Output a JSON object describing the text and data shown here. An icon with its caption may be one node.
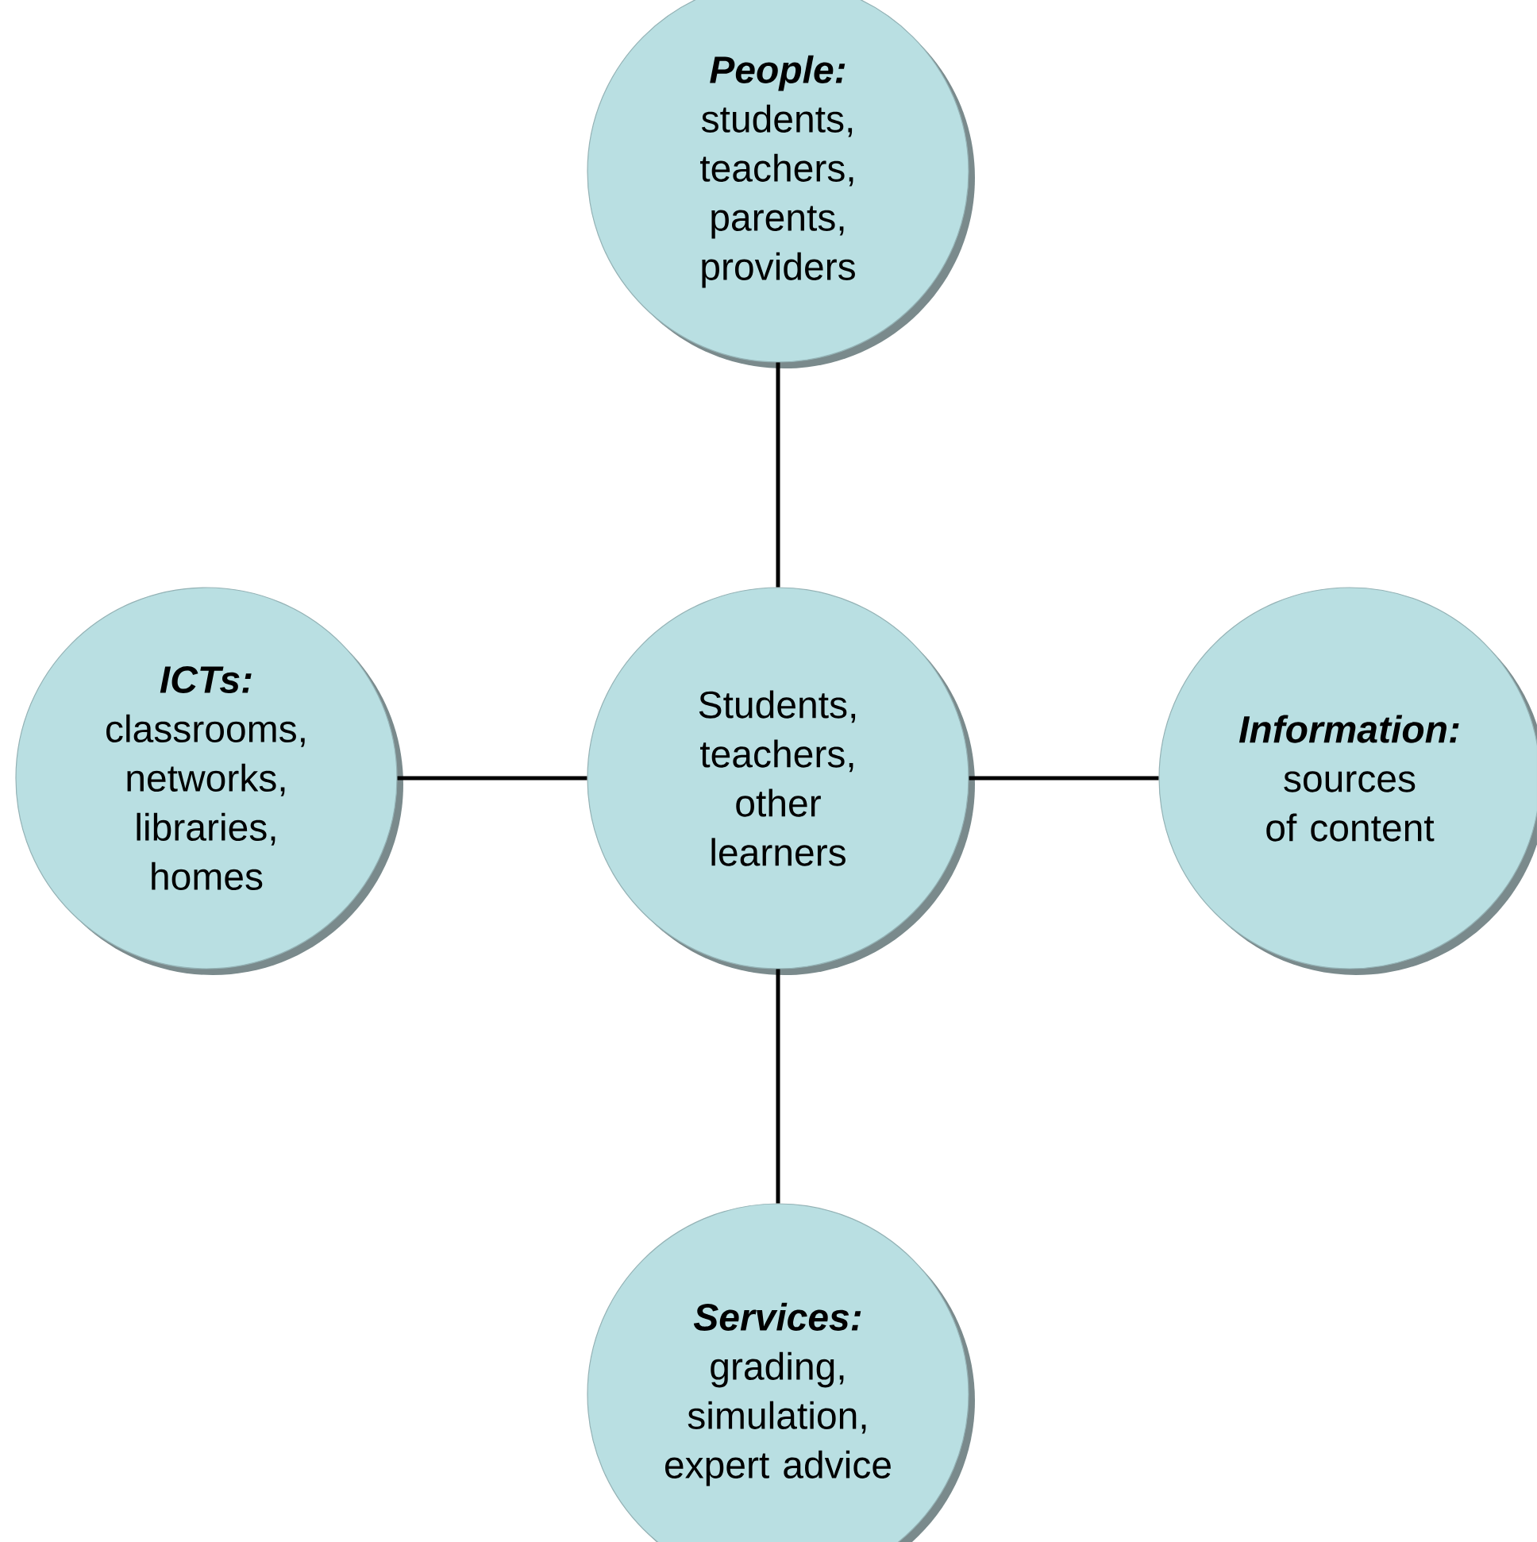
{
  "diagram": {
    "nodes": [
      {
        "text": [
          "People:",
          "students, teachers, parents, providers"
        ]
      },
      {
        "text": [
          "ICTs:",
          "classrooms, networks, libraries, homes"
        ]
      },
      {
        "text": [
          "Students, teachers, other learners"
        ]
      },
      {
        "text": [
          "Information:",
          "sources of content"
        ]
      },
      {
        "text": [
          "Services:",
          "grading, simulation, expert advice"
        ]
      }
    ],
    "edges": [
      {
        "from": 0,
        "to": 2,
        "arrow": "none"
      },
      {
        "from": 1,
        "to": 2,
        "arrow": "none"
      },
      {
        "from": 2,
        "to": 3,
        "arrow": "none"
      },
      {
        "from": 2,
        "to": 4,
        "arrow": "none"
      }
    ]
  }
}
